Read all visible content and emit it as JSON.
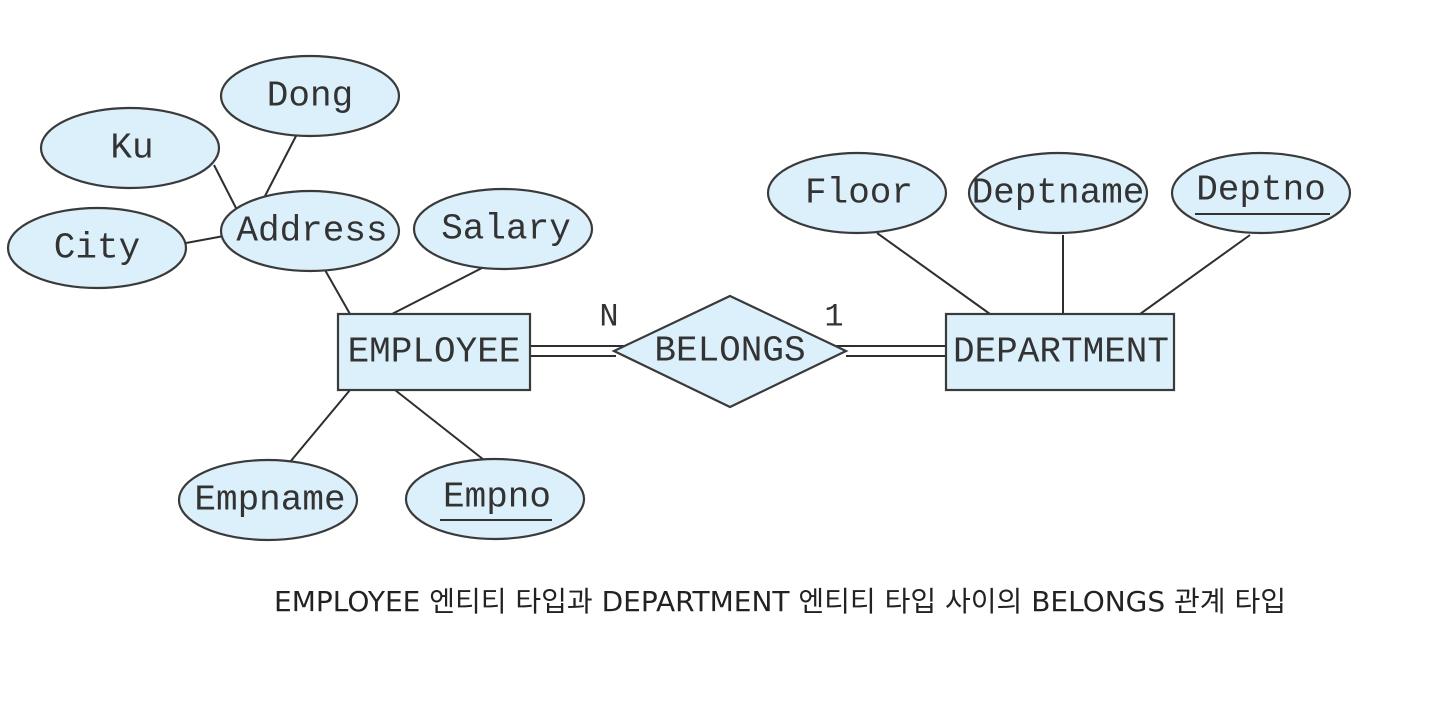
{
  "entities": {
    "employee": "EMPLOYEE",
    "department": "DEPARTMENT"
  },
  "relationship": {
    "name": "BELONGS",
    "card_employee": "N",
    "card_department": "1"
  },
  "attributes": {
    "dong": "Dong",
    "ku": "Ku",
    "city": "City",
    "address": "Address",
    "salary": "Salary",
    "empname": "Empname",
    "empno": "Empno",
    "floor": "Floor",
    "deptname": "Deptname",
    "deptno": "Deptno"
  },
  "caption": "EMPLOYEE 엔티티 타입과 DEPARTMENT 엔티티 타입 사이의 BELONGS 관계 타입",
  "colors": {
    "fill": "#dcf0fb",
    "stroke": "#3a3a3a",
    "text": "#333333"
  }
}
